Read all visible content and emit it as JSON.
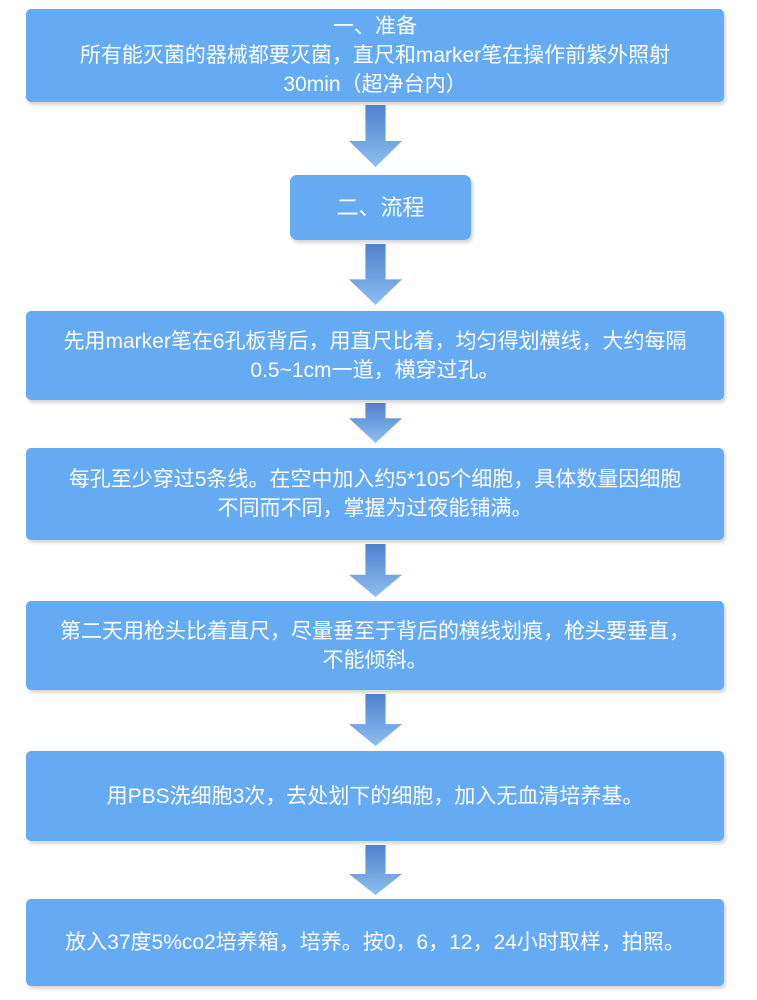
{
  "colors": {
    "box_fill": "#64abf3",
    "box_text": "#ffffff",
    "arrow_top": "#4f80cc",
    "arrow_bottom": "#8dbef0",
    "page_bg": "#ffffff"
  },
  "flowchart": {
    "boxes": [
      {
        "id": "prepare",
        "lines": [
          "一、准备",
          "所有能灭菌的器械都要灭菌，直尺和marker笔在操作前紫外照射",
          "30min（超净台内）"
        ]
      },
      {
        "id": "process-title",
        "lines": [
          "二、流程"
        ]
      },
      {
        "id": "step-draw-lines",
        "lines": [
          "先用marker笔在6孔板背后，用直尺比着，均匀得划横线，大约每隔",
          "0.5~1cm一道，横穿过孔。"
        ]
      },
      {
        "id": "step-seed-cells",
        "lines": [
          "每孔至少穿过5条线。在空中加入约5*105个细胞，具体数量因细胞",
          "不同而不同，掌握为过夜能铺满。"
        ]
      },
      {
        "id": "step-scratch",
        "lines": [
          "第二天用枪头比着直尺，尽量垂至于背后的横线划痕，枪头要垂直，",
          "不能倾斜。"
        ]
      },
      {
        "id": "step-wash",
        "lines": [
          "用PBS洗细胞3次，去处划下的细胞，加入无血清培养基。"
        ]
      },
      {
        "id": "step-incubate",
        "lines": [
          "放入37度5%co2培养箱，培养。按0，6，12，24小时取样，拍照。"
        ]
      }
    ]
  }
}
